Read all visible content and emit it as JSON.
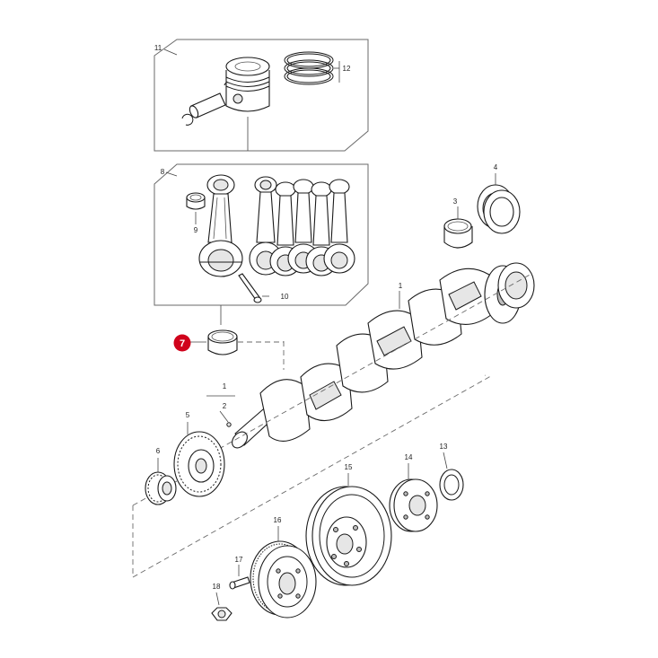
{
  "callouts": {
    "c1": "1",
    "c1b": "1",
    "c2": "2",
    "c3": "3",
    "c4": "4",
    "c5": "5",
    "c6": "6",
    "c8": "8",
    "c9": "9",
    "c10": "10",
    "c11": "11",
    "c12": "12",
    "c13": "13",
    "c14": "14",
    "c15": "15",
    "c16": "16",
    "c17": "17",
    "c18": "18"
  },
  "highlight": {
    "label": "7",
    "color": "#d0021b"
  }
}
